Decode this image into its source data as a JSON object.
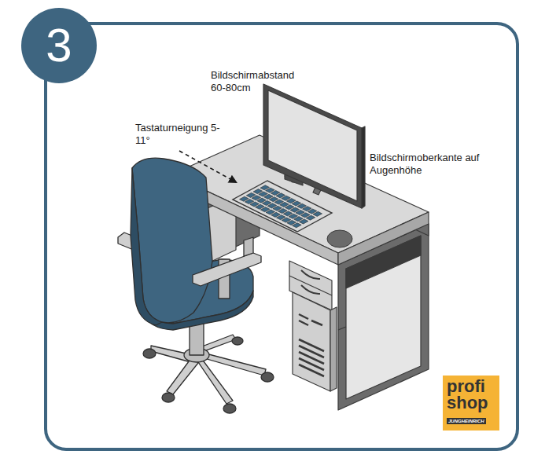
{
  "diagram": {
    "nodes": [
      {
        "text": [
          "3"
        ]
      },
      {
        "text": [
          "profi shop",
          "JUNGHEINRICH"
        ]
      }
    ],
    "labels": [
      "Bildschirmabstand 60-80cm",
      "Tastaturneigung 5-11°",
      "Bildschirmoberkante auf Augenhöhe"
    ]
  }
}
